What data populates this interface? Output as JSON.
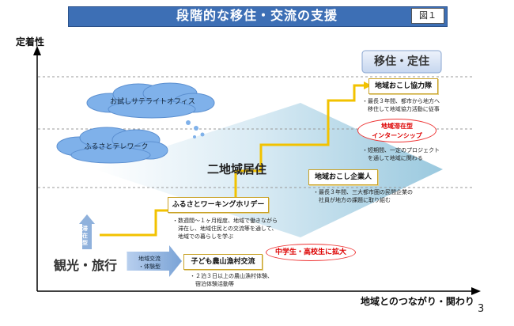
{
  "header": {
    "title": "段階的な移住・交流の支援",
    "figure_label": "図１"
  },
  "axes": {
    "y_label": "定着性",
    "x_label": "地域とのつながり・関わり"
  },
  "page_number": "3",
  "stages": {
    "tourism": "観光・旅行",
    "stay_type": "滞在型",
    "exchange_type_line1": "地域交流",
    "exchange_type_line2": "・体験型",
    "dual_region": "二地域居住",
    "settlement": "移住・定住"
  },
  "clouds": {
    "satellite_office": "お試しサテライトオフィス",
    "telework": "ふるさとテレワーク"
  },
  "programs": {
    "kodomo": {
      "title": "子ども農山漁村交流",
      "desc": [
        "・２泊３日以上の農山漁村体験、",
        "　宿泊体験活動等"
      ]
    },
    "working_holiday": {
      "title": "ふるさとワーキングホリデー",
      "desc": [
        "・数週間～１ヶ月程度、地域で働きながら",
        "　滞在し、地域住民との交流等を通して、",
        "　地域での暮らしを学ぶ"
      ]
    },
    "kigyo": {
      "title": "地域おこし企業人",
      "desc": [
        "・最長３年間、三大都市圏の民間企業の",
        "　社員が地方の課題に取り組む"
      ]
    },
    "internship": {
      "title_line1": "地域滞在型",
      "title_line2": "インターンシップ",
      "desc": [
        "・短期間、一定のプロジェクト",
        "　を通して地域に関わる"
      ]
    },
    "kyoryokutai": {
      "title": "地域おこし協力隊",
      "desc": [
        "・最長３年間、都市から地方へ",
        "　移住して地域協力活動に従事"
      ]
    },
    "expansion": "中学生・高校生に拡大"
  },
  "colors": {
    "header": "#3d6fb5",
    "box_border": "#c9a227",
    "staircase": "#f2c200",
    "accent_red": "#dd0000",
    "arrow_blue": "#8fb1dc",
    "cloud": "#7fb1ea"
  }
}
